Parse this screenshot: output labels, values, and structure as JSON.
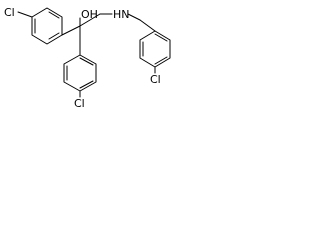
{
  "molecule": {
    "atoms": {
      "cl_left": "Cl",
      "cl_bottom": "Cl",
      "cl_right": "Cl",
      "oh": "OH",
      "hn": "HN"
    },
    "colors": {
      "bond": "#000000",
      "text": "#000000",
      "background": "#ffffff"
    }
  }
}
